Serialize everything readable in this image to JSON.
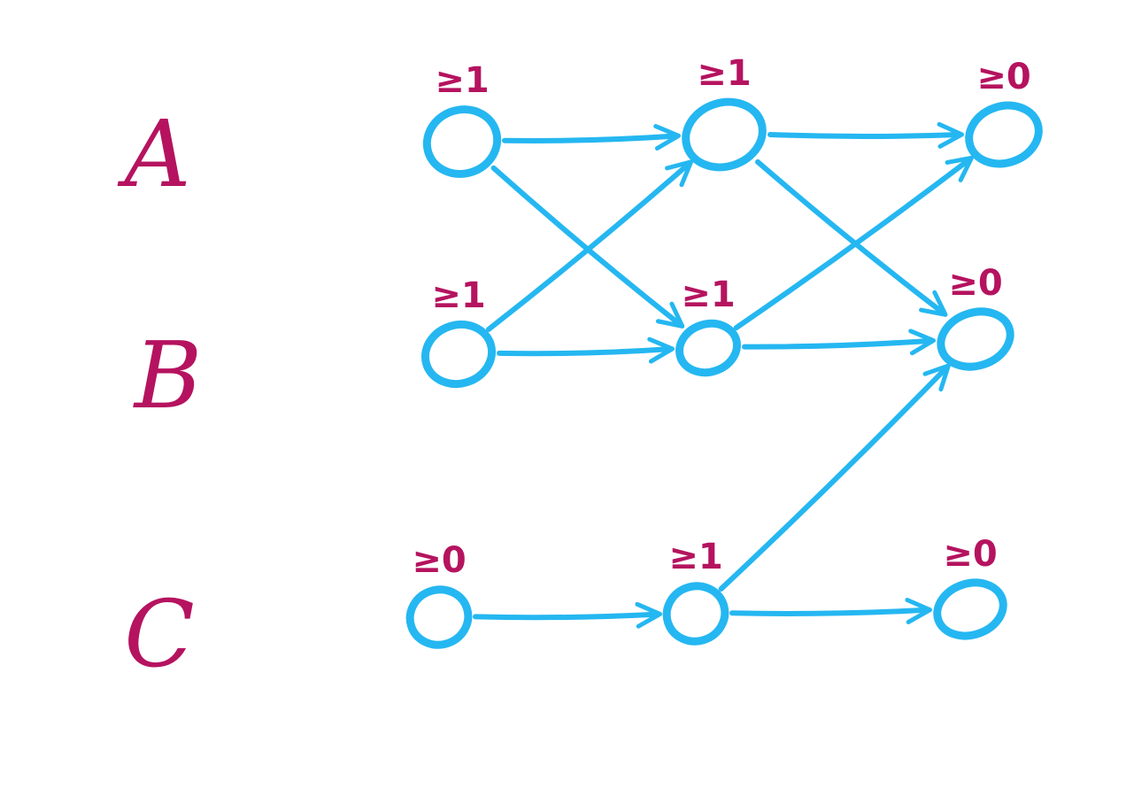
{
  "colors": {
    "label": "#b5135f",
    "graph": "#25b7f1",
    "background": "#ffffff"
  },
  "rows": [
    {
      "id": "A",
      "label": "A"
    },
    {
      "id": "B",
      "label": "B"
    },
    {
      "id": "C",
      "label": "C"
    }
  ],
  "nodes": [
    {
      "id": "A1",
      "row": "A",
      "label": "≥1"
    },
    {
      "id": "A2",
      "row": "A",
      "label": "≥1"
    },
    {
      "id": "A3",
      "row": "A",
      "label": "≥0"
    },
    {
      "id": "B1",
      "row": "B",
      "label": "≥1"
    },
    {
      "id": "B2",
      "row": "B",
      "label": "≥1"
    },
    {
      "id": "B3",
      "row": "B",
      "label": "≥0"
    },
    {
      "id": "C1",
      "row": "C",
      "label": "≥0"
    },
    {
      "id": "C2",
      "row": "C",
      "label": "≥1"
    },
    {
      "id": "C3",
      "row": "C",
      "label": "≥0"
    }
  ],
  "edges": [
    {
      "from": "A1",
      "to": "A2"
    },
    {
      "from": "A1",
      "to": "B2"
    },
    {
      "from": "A2",
      "to": "A3"
    },
    {
      "from": "A2",
      "to": "B3"
    },
    {
      "from": "B1",
      "to": "A2"
    },
    {
      "from": "B1",
      "to": "B2"
    },
    {
      "from": "B2",
      "to": "A3"
    },
    {
      "from": "B2",
      "to": "B3"
    },
    {
      "from": "C1",
      "to": "C2"
    },
    {
      "from": "C2",
      "to": "B3"
    },
    {
      "from": "C2",
      "to": "C3"
    }
  ]
}
